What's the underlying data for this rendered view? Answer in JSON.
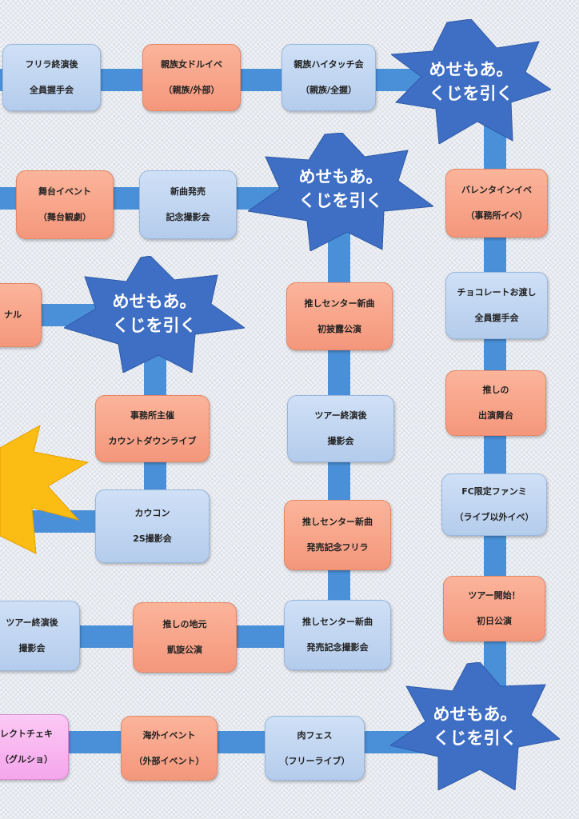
{
  "board": {
    "chance_text": {
      "line1": "めせもあ。",
      "line2": "くじを引く"
    },
    "row1": [
      {
        "line1": "フリラ終演後",
        "line2": "全員握手会"
      },
      {
        "line1": "親族女ドルイベ",
        "line2": "（親族/外部）"
      },
      {
        "line1": "親族ハイタッチ会",
        "line2": "（親族/全握）"
      }
    ],
    "row2": [
      {
        "line1": "舞台イベント",
        "line2": "（舞台観劇）"
      },
      {
        "line1": "新曲発売",
        "line2": "記念撮影会"
      }
    ],
    "right_column": [
      {
        "line1": "バレンタインイベ",
        "line2": "（事務所イベ）"
      },
      {
        "line1": "チョコレートお渡し",
        "line2": "全員握手会"
      },
      {
        "line1": "推しの",
        "line2": "出演舞台"
      },
      {
        "line1": "FC限定ファンミ",
        "line2": "（ライブ以外イベ）"
      },
      {
        "line1": "ツアー開始！",
        "line2": "初日公演"
      }
    ],
    "middle_column": [
      {
        "line1": "推しセンター新曲",
        "line2": "初披露公演"
      },
      {
        "line1": "ツアー終演後",
        "line2": "撮影会"
      },
      {
        "line1": "推しセンター新曲",
        "line2": "発売記念フリラ"
      },
      {
        "line1": "推しセンター新曲",
        "line2": "発売記念撮影会"
      }
    ],
    "left_column": [
      {
        "line1": "ナル"
      },
      {
        "line1": "事務所主催",
        "line2": "カウントダウンライブ"
      },
      {
        "line1": "カウコン",
        "line2": "2S撮影会"
      }
    ],
    "row_bottom1": [
      {
        "line1": "ツアー終演後",
        "line2": "撮影会"
      },
      {
        "line1": "推しの地元",
        "line2": "凱旋公演"
      }
    ],
    "row_bottom2": [
      {
        "line1": "レクトチェキ",
        "line2": "（グルショ）"
      },
      {
        "line1": "海外イベント",
        "line2": "（外部イベント）"
      },
      {
        "line1": "肉フェス",
        "line2": "（フリーライブ）"
      }
    ]
  },
  "colors": {
    "path": "#4a90d9",
    "star": "#3f6fc4",
    "burst": "#fbbd14",
    "blue_box": "#c4d7f1",
    "orange_box": "#f7a68a",
    "pink_box": "#f8b8ef"
  },
  "icons": {
    "chance_space": "star-shape",
    "start_space": "burst-shape"
  }
}
